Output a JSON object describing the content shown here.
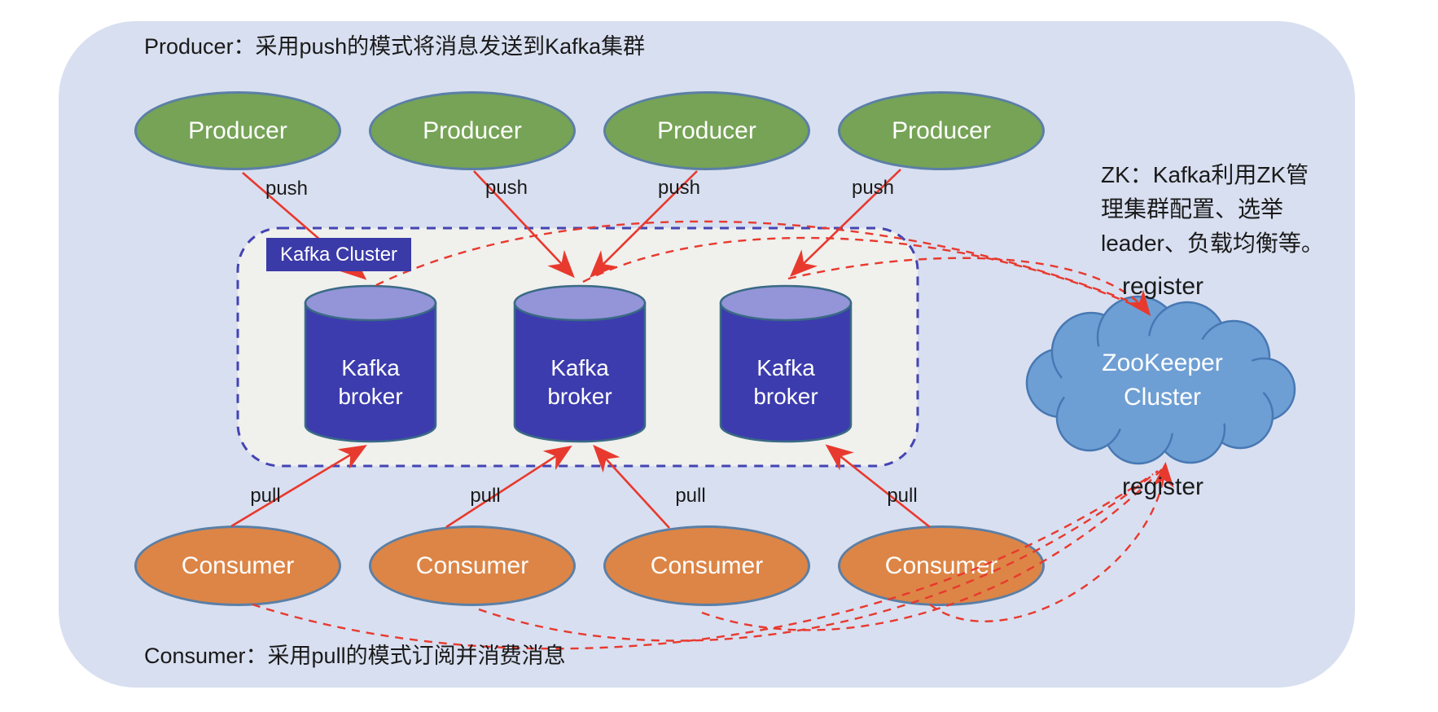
{
  "notes": {
    "producer": "Producer：采用push的模式将消息发送到Kafka集群",
    "consumer": "Consumer：采用pull的模式订阅并消费消息",
    "zookeeper": "ZK：Kafka利用ZK管\n理集群配置、选举\nleader、负载均衡等。"
  },
  "nodes": {
    "producers": [
      "Producer",
      "Producer",
      "Producer",
      "Producer"
    ],
    "brokers": [
      "Kafka\nbroker",
      "Kafka\nbroker",
      "Kafka\nbroker"
    ],
    "consumers": [
      "Consumer",
      "Consumer",
      "Consumer",
      "Consumer"
    ],
    "kafka_cluster_label": "Kafka Cluster",
    "zookeeper_cluster_label": "ZooKeeper\nCluster"
  },
  "edges": {
    "push_labels": [
      "push",
      "push",
      "push",
      "push"
    ],
    "pull_labels": [
      "pull",
      "pull",
      "pull",
      "pull"
    ],
    "register_top": "register",
    "register_bottom": "register"
  },
  "colors": {
    "page_background": "#ffffff",
    "panel_background": "#d8dff0",
    "producer_fill": "#76a356",
    "consumer_fill": "#dd8546",
    "node_stroke": "#5b7fa6",
    "broker_body": "#3c3cae",
    "broker_top": "#9395d8",
    "broker_stroke": "#3a6a85",
    "cluster_chip": "#3a3aa8",
    "cluster_box_fill": "#f0f0ed",
    "cluster_box_stroke": "#4444b3",
    "cloud_fill": "#6e9fd4",
    "cloud_stroke": "#4778b3",
    "arrow_red": "#e8392e",
    "text": "#1a1a1a"
  }
}
